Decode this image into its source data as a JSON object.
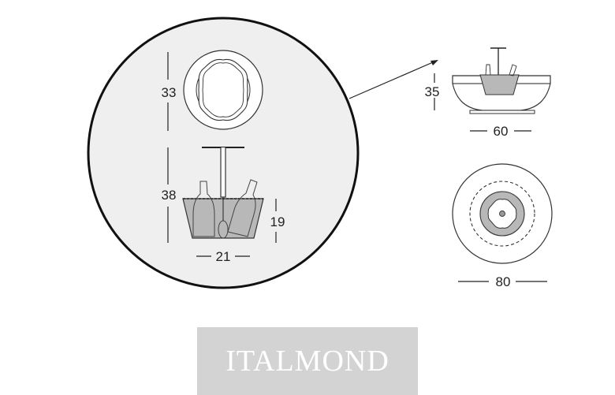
{
  "colors": {
    "detail_fill": "#efefef",
    "bucket_fill": "#b8b8b8",
    "stroke": "#222222",
    "logo_bg": "#d3d3d3",
    "logo_text": "#ffffff"
  },
  "dimensions": {
    "tray_height": "33",
    "bucket_total_height": "38",
    "bucket_height": "19",
    "bucket_width": "21",
    "table_height": "35",
    "table_width": "60",
    "table_diameter": "80"
  },
  "brand": {
    "logo": "ITALMOND"
  }
}
